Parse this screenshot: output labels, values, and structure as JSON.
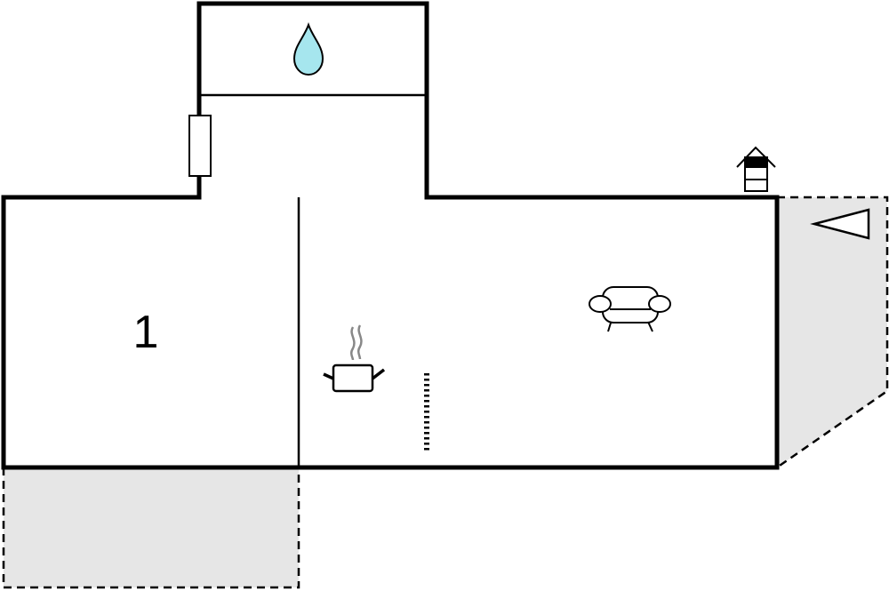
{
  "floor_plan": {
    "rooms": [
      {
        "id": "bedroom",
        "label": "1"
      },
      {
        "id": "bathroom",
        "icon": "water-drop-icon"
      },
      {
        "id": "hallway"
      },
      {
        "id": "living-kitchen",
        "icons": [
          "cooking-pot-icon",
          "sofa-icon"
        ]
      }
    ],
    "outdoor_areas": [
      "terrace-left",
      "terrace-right"
    ],
    "icons": [
      "water-drop-icon",
      "radiator-icon",
      "fireplace-icon",
      "compass-arrow-icon",
      "cooking-pot-icon",
      "sofa-icon",
      "stairs-icon"
    ],
    "colors": {
      "wall": "#000000",
      "terrace_fill": "#e6e6e6",
      "water_fill": "#a6e6ee",
      "steam": "#888888"
    }
  }
}
